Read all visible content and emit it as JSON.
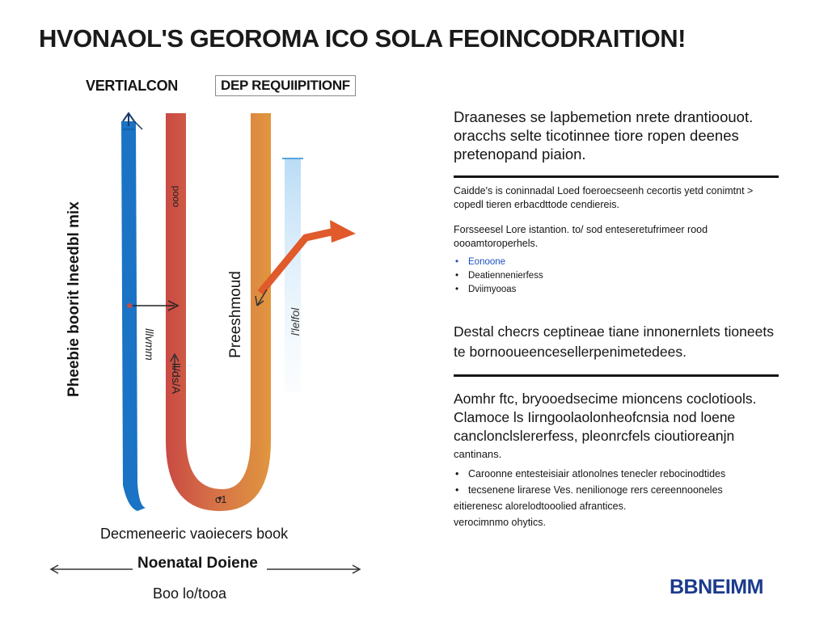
{
  "title": "HVONAOL'S GEOROMA ICO SOLA FEOINCODRAITION!",
  "diagram": {
    "vertical_label": "VERTIALCON",
    "requirement_box": "DEP REQUIIPITIONF",
    "left_ylabel": "Pheebie boorit lneedbl mix",
    "red_tube_tag": "pooo",
    "red_tube_mid": "ll/ds/A",
    "blue_tube_mid": "lllvmm",
    "pressure_label": "Preeshmoud",
    "ice_label": "l'lelfol",
    "u_bottom": "o1",
    "bottom_caption": "Decmeneeric vaoiecers book",
    "scale_label": "NoenataI Doiene",
    "scale_sub": "Boo lo/tooa",
    "colors": {
      "blue": "#1a73c4",
      "red_start": "#c94a43",
      "orange": "#e0963e",
      "ice": "#cfe6f7",
      "arrow": "#e05a2b"
    }
  },
  "text_panel": {
    "intro": "Draaneses se lapbemetion nrete drantioouot. oracchs selte ticotinnee tiore ropen deenes pretenopand piaion.",
    "p1": "Caidde's is coninnadal Loed foeroecseenh cecortis yetd conimtnt > copedl tieren erbacdttode cendiereis.",
    "p2": "Forsseesel Lore istantion. to/ sod enteseretufrimeer rood oooamtoroperhels.",
    "list1": [
      {
        "text": "Eonoone",
        "accent": true
      },
      {
        "text": "Deatiennenierfess",
        "accent": false
      },
      {
        "text": "Dviimyooas",
        "accent": false
      }
    ],
    "section2": "Destal checrs ceptineae tiane innonernlets tioneets te bornooueencesellerpenimetedees.",
    "section3": "Aomhr ftc, bryooedsecime mioncens coclotiools. Clamoce ls Iirngoolaolonheofcnsia nod loene canclonclslererfess, pleonrcfels cioutioreanjn",
    "section3_note": "cantinans.",
    "list2": [
      {
        "text": "Caroonne entesteisiair atlonolnes tenecler rebocinodtides",
        "bullet": true
      },
      {
        "text": "tecsenene lirarese Ves. nenilionoge rers cereennooneles",
        "bullet": true
      },
      {
        "text": "eitierenesc alorelodtooolied afrantices.",
        "bullet": false
      },
      {
        "text": "verocimnmo ohytics.",
        "bullet": false
      }
    ]
  },
  "logo": "BBNEIMM"
}
